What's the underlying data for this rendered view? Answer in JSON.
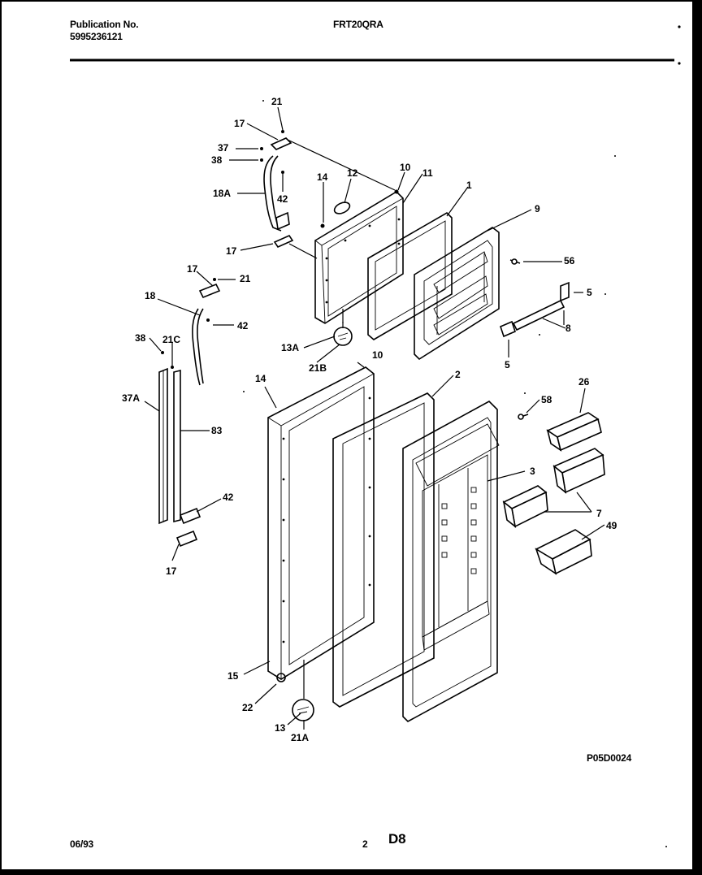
{
  "header": {
    "publication_label": "Publication No.",
    "publication_number": "5995236121",
    "model": "FRT20QRA"
  },
  "footer": {
    "date": "06/93",
    "page_number": "2",
    "section": "D8",
    "drawing_code": "P05D0024"
  },
  "callouts": {
    "c21_top": "21",
    "c17_top": "17",
    "c37": "37",
    "c38_top": "38",
    "c18A": "18A",
    "c42_upper": "42",
    "c17_upper_mid": "17",
    "c14_upper": "14",
    "c12": "12",
    "c10_upper": "10",
    "c11": "11",
    "c1": "1",
    "c9": "9",
    "c56": "56",
    "c5_right": "5",
    "c8": "8",
    "c5_lower": "5",
    "c17_mid": "17",
    "c21_mid": "21",
    "c18": "18",
    "c42_mid": "42",
    "c38_mid": "38",
    "c21C": "21C",
    "c13A": "13A",
    "c21B": "21B",
    "c10_lower": "10",
    "c2": "2",
    "c14_lower": "14",
    "c37A": "37A",
    "c83": "83",
    "c42_lower": "42",
    "c17_lower": "17",
    "c26": "26",
    "c58": "58",
    "c3": "3",
    "c7": "7",
    "c49": "49",
    "c15": "15",
    "c22": "22",
    "c13": "13",
    "c21A": "21A"
  }
}
